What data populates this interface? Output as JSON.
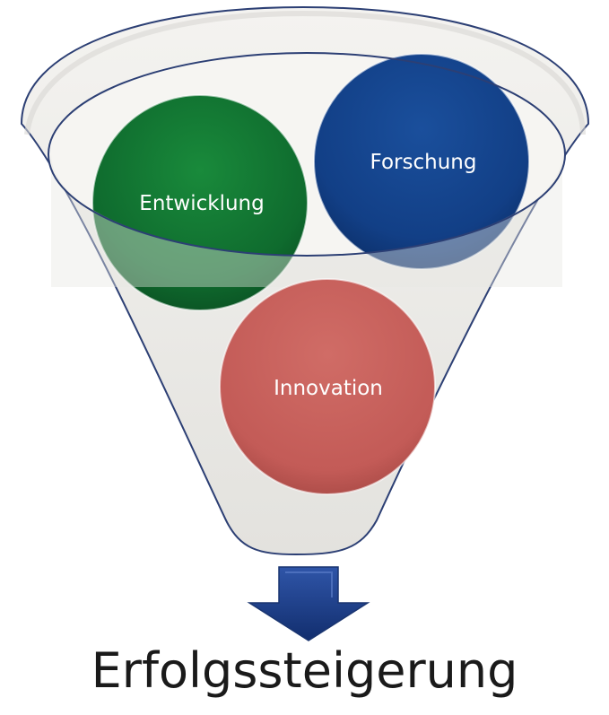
{
  "funnel": {
    "circles": [
      {
        "id": "entwicklung",
        "label": "Entwicklung",
        "color": "#0f6b2e"
      },
      {
        "id": "forschung",
        "label": "Forschung",
        "color": "#123f86"
      },
      {
        "id": "innovation",
        "label": "Innovation",
        "color": "#c35b57"
      }
    ],
    "funnel_color": "#ecebe8",
    "outline_color": "#2c3f74"
  },
  "result": {
    "label": "Erfolgssteigerung"
  },
  "arrow": {
    "color": "#1f3f8c",
    "direction": "down",
    "icon": "arrow-down-icon"
  }
}
